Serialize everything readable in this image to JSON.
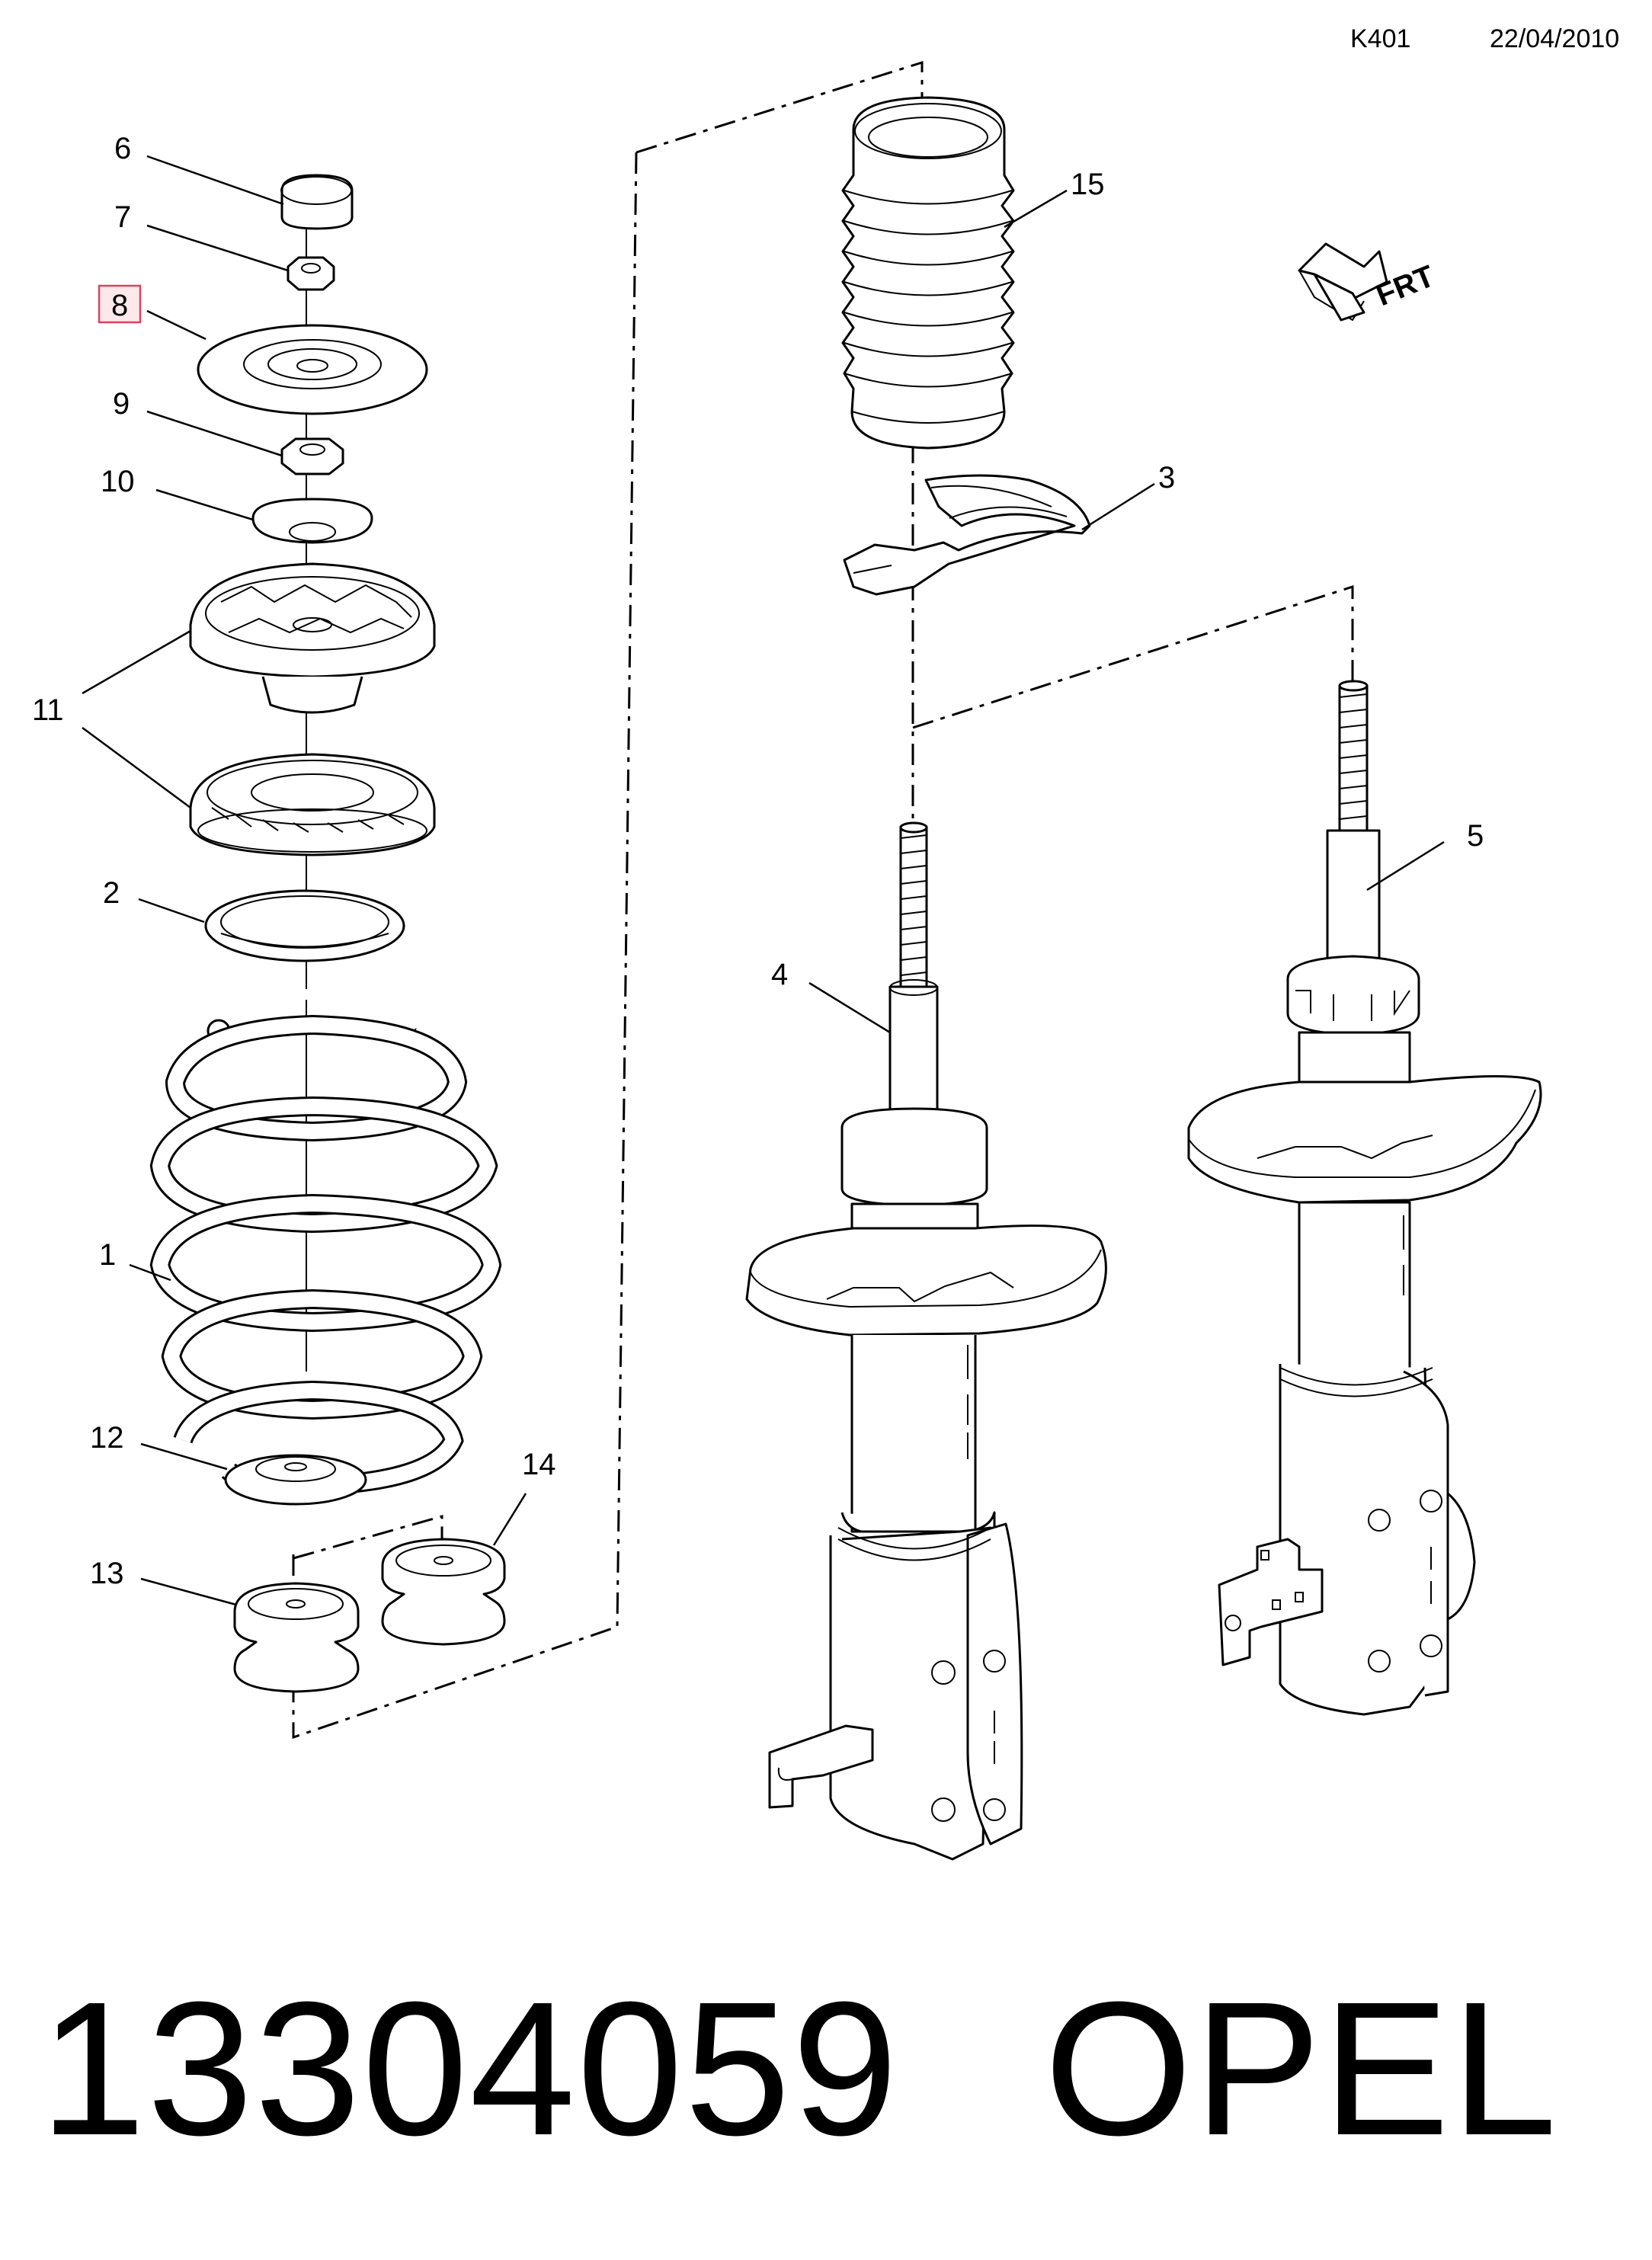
{
  "header": {
    "code": "K401",
    "date": "22/04/2010"
  },
  "direction_badge": {
    "label": "FRT",
    "icon": "front-arrow-icon"
  },
  "callouts": [
    {
      "id": "6",
      "label": "6"
    },
    {
      "id": "7",
      "label": "7"
    },
    {
      "id": "8",
      "label": "8",
      "highlighted": true
    },
    {
      "id": "9",
      "label": "9"
    },
    {
      "id": "10",
      "label": "10"
    },
    {
      "id": "11",
      "label": "11"
    },
    {
      "id": "2",
      "label": "2"
    },
    {
      "id": "1",
      "label": "1"
    },
    {
      "id": "12",
      "label": "12"
    },
    {
      "id": "13",
      "label": "13"
    },
    {
      "id": "14",
      "label": "14"
    },
    {
      "id": "15",
      "label": "15"
    },
    {
      "id": "3",
      "label": "3"
    },
    {
      "id": "4",
      "label": "4"
    },
    {
      "id": "5",
      "label": "5"
    }
  ],
  "footer": {
    "part_number": "13304059",
    "brand": "OPEL"
  },
  "colors": {
    "line": "#000000",
    "highlight_fill": "#fde8ec",
    "highlight_stroke": "#d9455f"
  }
}
